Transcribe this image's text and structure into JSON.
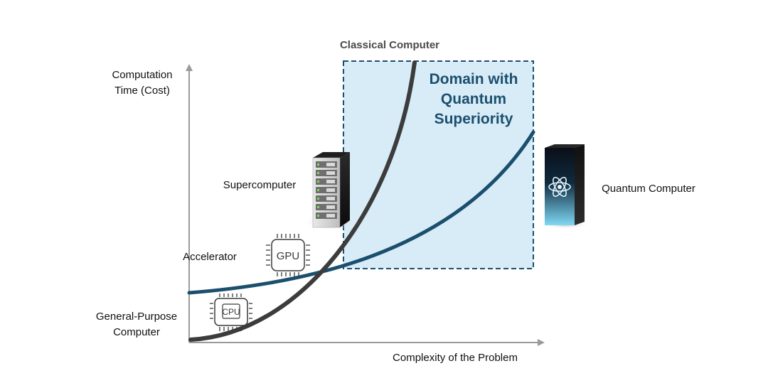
{
  "labels": {
    "classical": "Classical Computer",
    "y_axis": [
      "Computation",
      "Time (Cost)"
    ],
    "x_axis": "Complexity of the Problem",
    "quantum_domain": [
      "Domain with",
      "Quantum",
      "Superiority"
    ],
    "supercomputer": "Supercomputer",
    "accelerator": "Accelerator",
    "general_purpose": [
      "General-Purpose",
      "Computer"
    ],
    "quantum_computer": "Quantum Computer"
  },
  "chips": {
    "gpu": "GPU",
    "cpu": "CPU"
  },
  "icons": {
    "server": "server-rack-icon",
    "quantum": "atom-icon",
    "gpu": "gpu-chip-icon",
    "cpu": "cpu-chip-icon"
  },
  "colors": {
    "classical_curve": "#3c3c3c",
    "quantum_curve": "#1b4f6e",
    "domain_fill": "#d8ecf7",
    "domain_border": "#1b4f6e",
    "domain_text": "#1b4f6e",
    "axis": "#9a9a9a"
  }
}
